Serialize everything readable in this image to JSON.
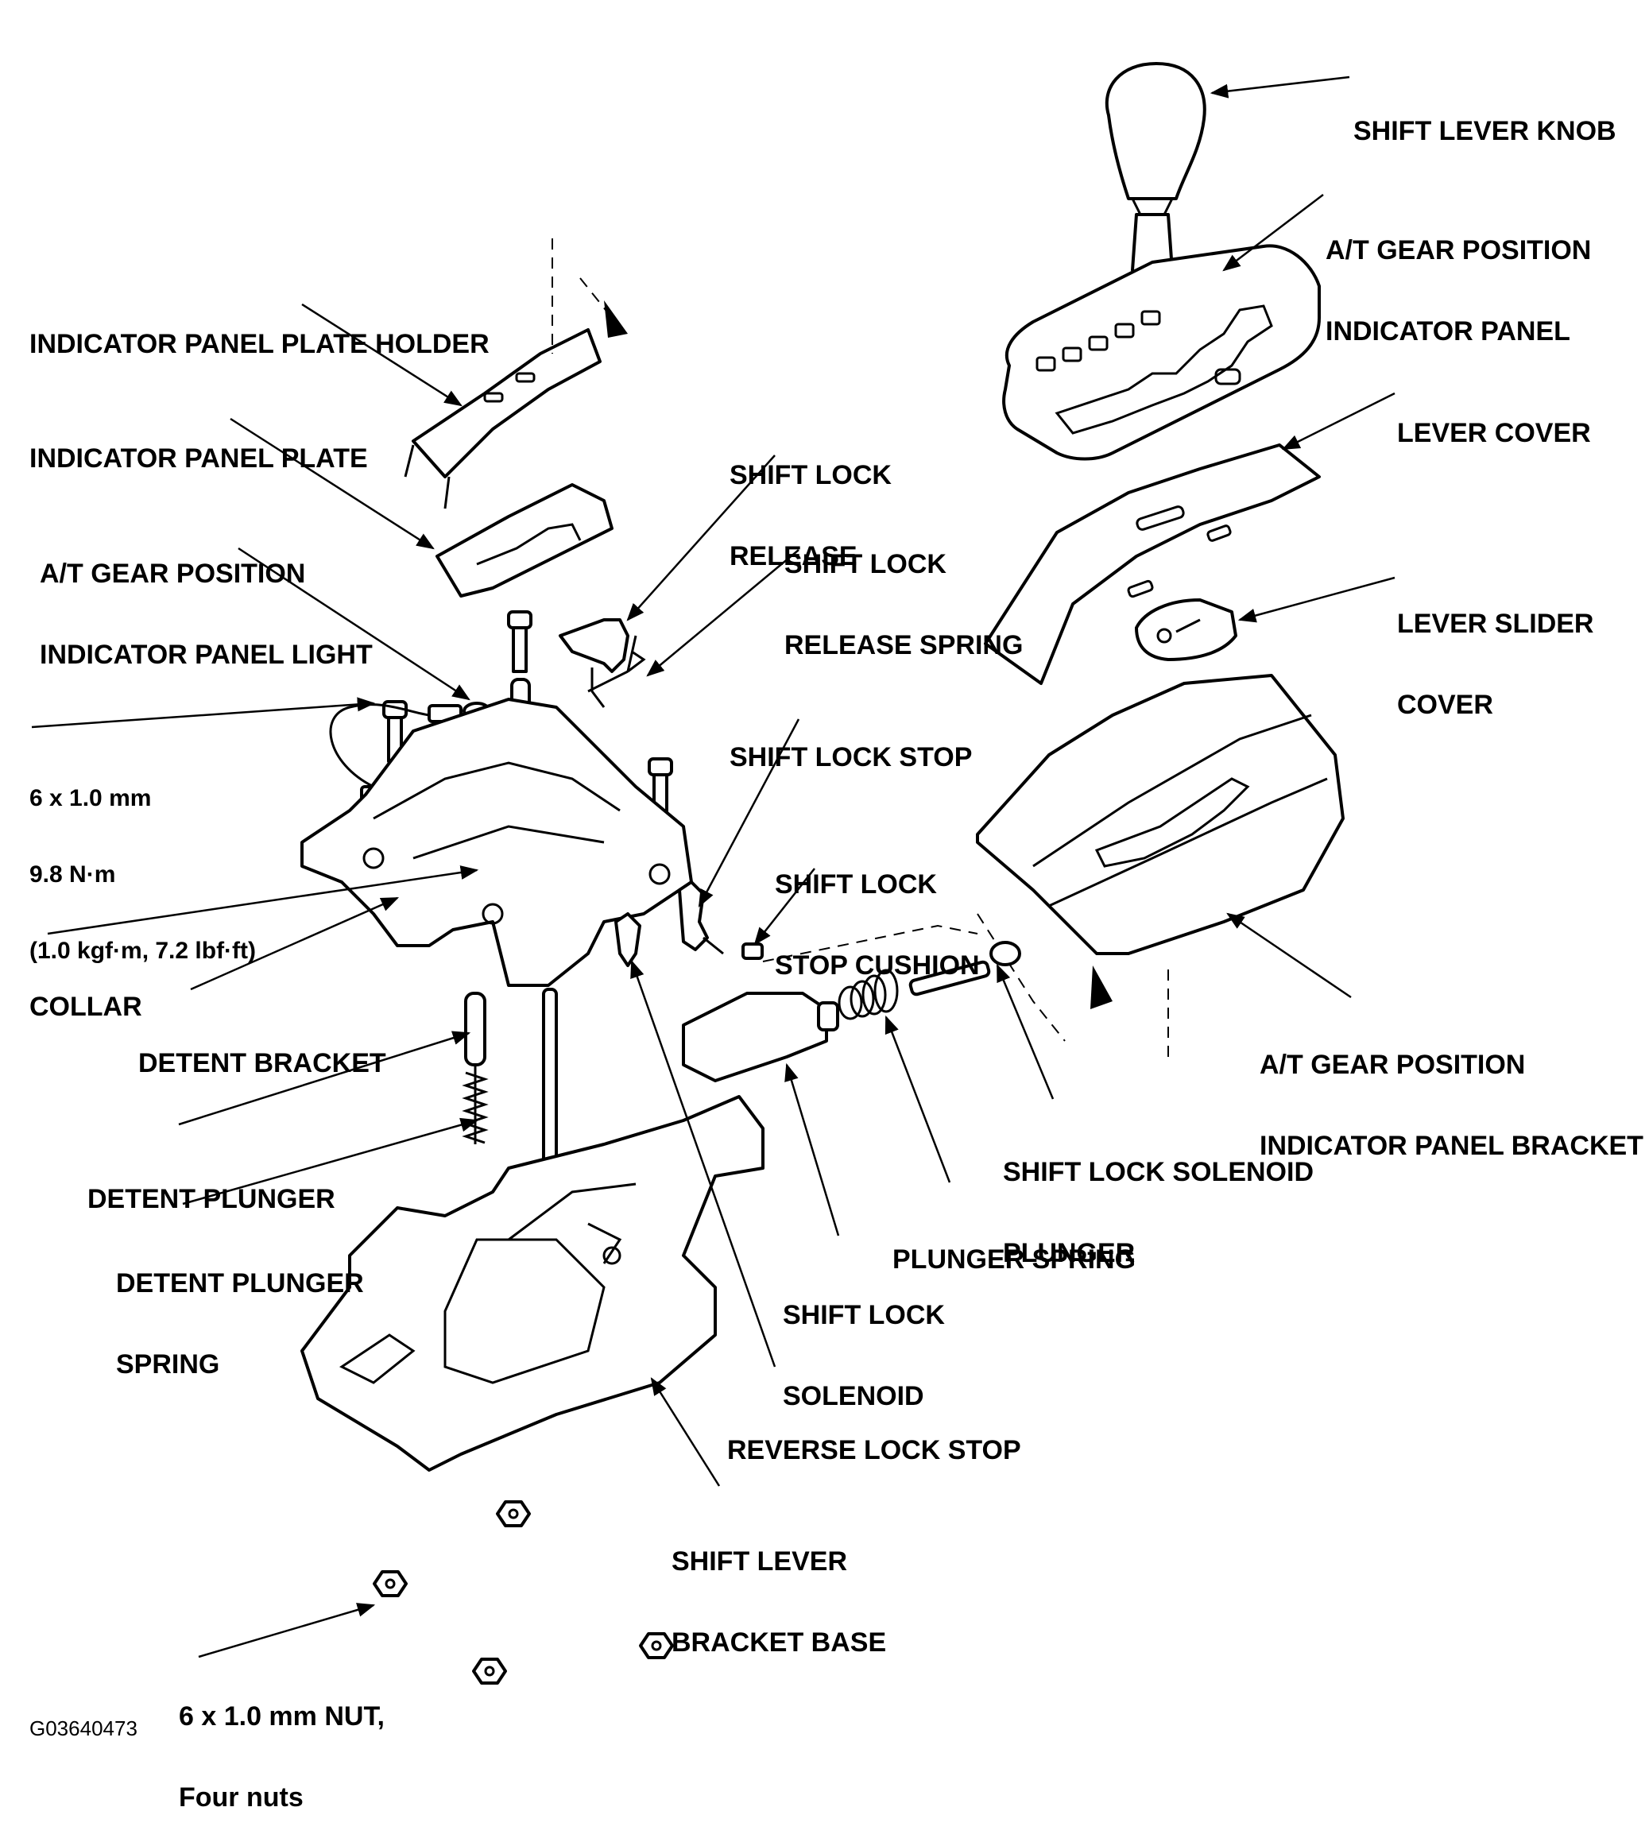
{
  "labels": {
    "shift_lever_knob": [
      "SHIFT LEVER KNOB"
    ],
    "indicator_panel": [
      "A/T GEAR POSITION",
      "INDICATOR PANEL"
    ],
    "lever_cover": [
      "LEVER COVER"
    ],
    "lever_slider_cover": [
      "LEVER SLIDER",
      "COVER"
    ],
    "indicator_panel_bracket": [
      "A/T GEAR POSITION",
      "INDICATOR PANEL BRACKET"
    ],
    "plate_holder": [
      "INDICATOR PANEL PLATE HOLDER"
    ],
    "panel_plate": [
      "INDICATOR PANEL PLATE"
    ],
    "panel_light": [
      "A/T GEAR POSITION",
      "INDICATOR PANEL LIGHT"
    ],
    "bolt_spec": [
      "6 x 1.0 mm",
      "9.8 N·m",
      "(1.0 kgf·m, 7.2 lbf·ft)"
    ],
    "collar": [
      "COLLAR"
    ],
    "detent_bracket": [
      "DETENT BRACKET"
    ],
    "shift_lock_release": [
      "SHIFT LOCK",
      "RELEASE"
    ],
    "shift_lock_release_spring": [
      "SHIFT LOCK",
      "RELEASE SPRING"
    ],
    "shift_lock_stop": [
      "SHIFT LOCK STOP"
    ],
    "shift_lock_stop_cushion": [
      "SHIFT LOCK",
      "STOP CUSHION"
    ],
    "detent_plunger": [
      "DETENT PLUNGER"
    ],
    "detent_plunger_spring": [
      "DETENT PLUNGER",
      "SPRING"
    ],
    "solenoid_plunger": [
      "SHIFT LOCK SOLENOID",
      "PLUNGER"
    ],
    "plunger_spring": [
      "PLUNGER SPRING"
    ],
    "shift_lock_solenoid": [
      "SHIFT LOCK",
      "SOLENOID"
    ],
    "reverse_lock_stop": [
      "REVERSE LOCK STOP"
    ],
    "bracket_base": [
      "SHIFT LEVER",
      "BRACKET BASE"
    ],
    "nut_spec": [
      "6 x 1.0 mm NUT,",
      "Four nuts"
    ]
  },
  "figure_id": "G03640473"
}
